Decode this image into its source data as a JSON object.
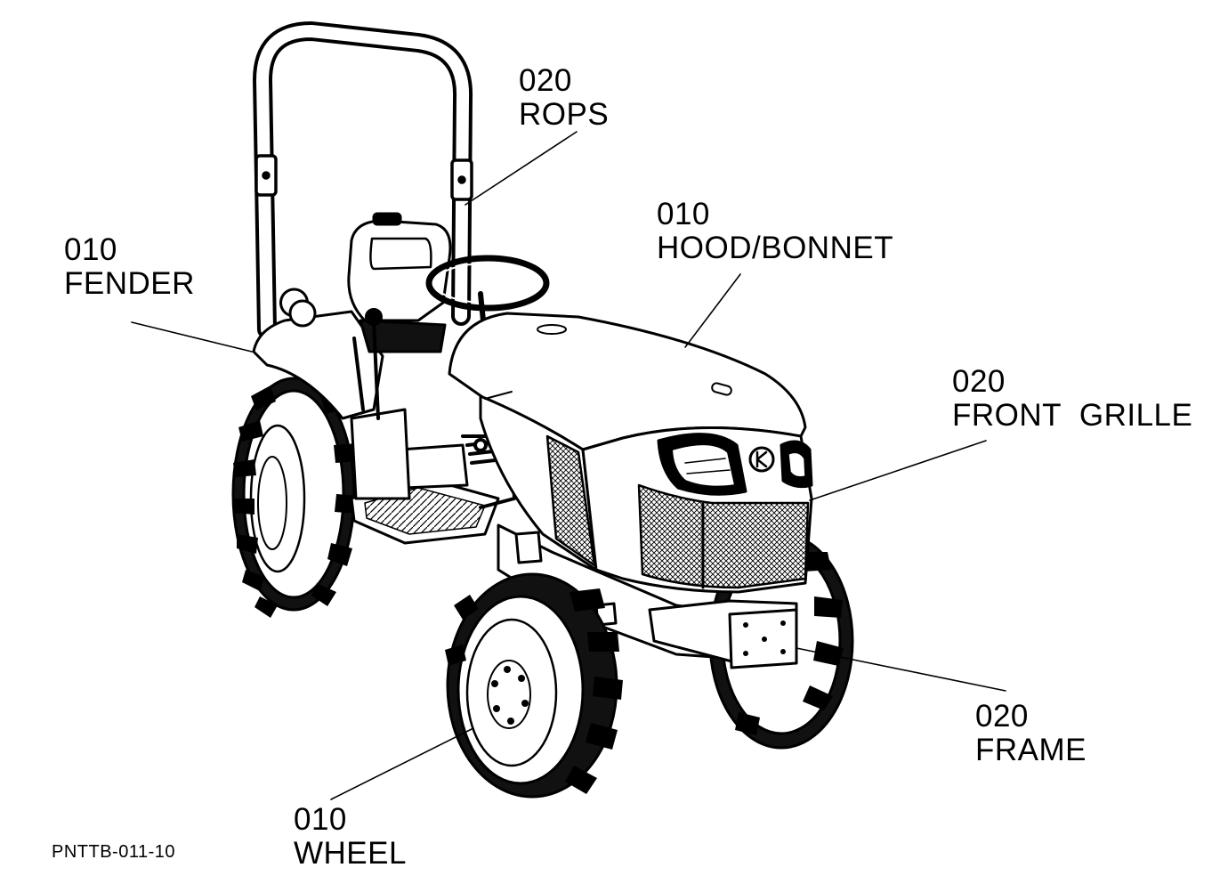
{
  "callouts": {
    "rops": {
      "num": "020",
      "name": "ROPS"
    },
    "fender": {
      "num": "010",
      "name": "FENDER"
    },
    "hood": {
      "num": "010",
      "name": "HOOD/BONNET"
    },
    "grille": {
      "num": "020",
      "name": "FRONT  GRILLE"
    },
    "frame": {
      "num": "020",
      "name": "FRAME"
    },
    "wheel": {
      "num": "010",
      "name": "WHEEL"
    }
  },
  "figure_code": "PNTTB-011-10",
  "colors": {
    "ink": "#000000",
    "paper": "#ffffff"
  }
}
